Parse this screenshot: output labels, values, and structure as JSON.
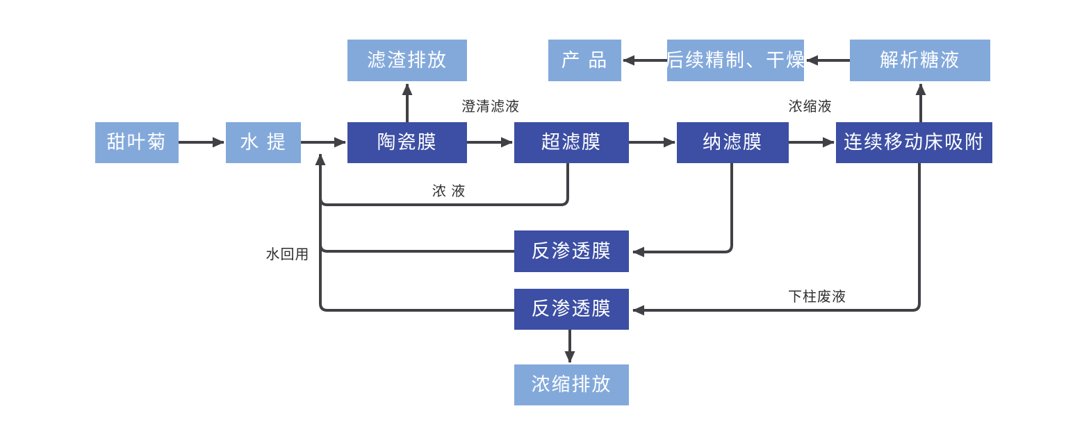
{
  "diagram": {
    "description": "甜叶菊膜法提取纯化工艺流程图",
    "colors": {
      "light": "#83a9db",
      "dark": "#3c4fa4",
      "arrow": "#404045",
      "label": "#2e2e2e",
      "node_text": "#ffffff",
      "background": "#ffffff"
    },
    "nodes": {
      "tianyeju": {
        "label": "甜叶菊"
      },
      "shuiti": {
        "label": "水 提"
      },
      "taocimo": {
        "label": "陶瓷膜"
      },
      "chaolvmo": {
        "label": "超滤膜"
      },
      "nalvmo": {
        "label": "纳滤膜"
      },
      "xifuchuang": {
        "label": "连续移动床吸附"
      },
      "lvzha": {
        "label": "滤渣排放"
      },
      "chanpin": {
        "label": "产 品"
      },
      "jingzhi": {
        "label": "后续精制、干燥"
      },
      "jiexi": {
        "label": "解析糖液"
      },
      "fanshentou1": {
        "label": "反渗透膜"
      },
      "fanshentou2": {
        "label": "反渗透膜"
      },
      "nongsuopaifang": {
        "label": "浓缩排放"
      }
    },
    "edge_labels": {
      "chengqinglvye": "澄清滤液",
      "nongsuoye": "浓缩液",
      "nongye": "浓 液",
      "shuihuiyong": "水回用",
      "xiazhufeiye": "下柱废液"
    },
    "edges": [
      {
        "from": "甜叶菊",
        "to": "水 提"
      },
      {
        "from": "水 提",
        "to": "陶瓷膜"
      },
      {
        "from": "陶瓷膜",
        "to": "滤渣排放"
      },
      {
        "from": "陶瓷膜",
        "to": "超滤膜",
        "label": "澄清滤液"
      },
      {
        "from": "超滤膜",
        "to": "纳滤膜"
      },
      {
        "from": "超滤膜",
        "to": "水 提",
        "label": "浓 液"
      },
      {
        "from": "纳滤膜",
        "to": "连续移动床吸附",
        "label": "浓缩液"
      },
      {
        "from": "纳滤膜",
        "to": "反渗透膜"
      },
      {
        "from": "连续移动床吸附",
        "to": "解析糖液"
      },
      {
        "from": "连续移动床吸附",
        "to": "反渗透膜",
        "label": "下柱废液"
      },
      {
        "from": "解析糖液",
        "to": "后续精制、干燥"
      },
      {
        "from": "后续精制、干燥",
        "to": "产 品"
      },
      {
        "from": "反渗透膜",
        "to": "水 提",
        "label": "水回用"
      },
      {
        "from": "反渗透膜",
        "to": "浓缩排放"
      }
    ]
  }
}
